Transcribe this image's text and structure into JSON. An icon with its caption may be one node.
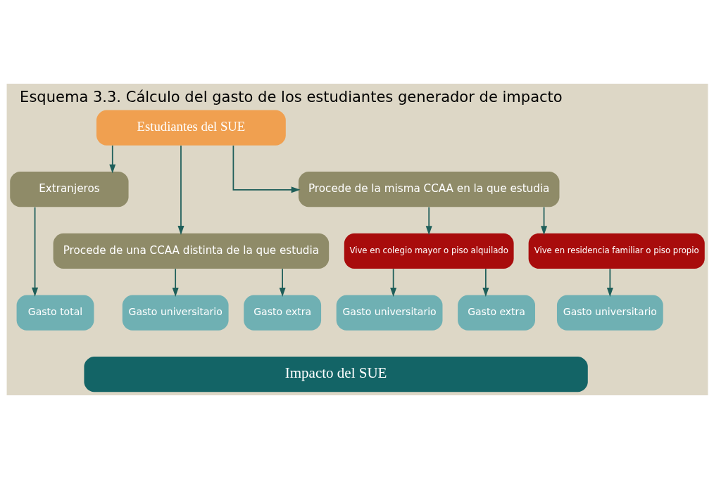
{
  "diagram": {
    "title": "Esquema 3.3. Cálculo del gasto de los estudiantes generador de impacto",
    "nodes": [
      {
        "text": [
          "Estudiantes del SUE"
        ]
      },
      {
        "text": [
          "Extranjeros"
        ]
      },
      {
        "text": [
          "Procede de una CCAA distinta de la que estudia"
        ]
      },
      {
        "text": [
          "Procede de la misma CCAA en la que estudia"
        ]
      },
      {
        "text": [
          "Vive en colegio mayor o piso alquilado"
        ]
      },
      {
        "text": [
          "Vive en residencia familiar o piso propio"
        ]
      },
      {
        "text": [
          "Gasto total"
        ]
      },
      {
        "text": [
          "Gasto universitario"
        ]
      },
      {
        "text": [
          "Gasto extra"
        ]
      },
      {
        "text": [
          "Gasto universitario"
        ]
      },
      {
        "text": [
          "Gasto extra"
        ]
      },
      {
        "text": [
          "Gasto universitario"
        ]
      },
      {
        "text": [
          "Impacto del SUE"
        ]
      }
    ],
    "edges": [
      {
        "from": 0,
        "to": 1,
        "arrow": "to"
      },
      {
        "from": 0,
        "to": 2,
        "arrow": "to"
      },
      {
        "from": 0,
        "to": 3,
        "arrow": "to"
      },
      {
        "from": 1,
        "to": 6,
        "arrow": "to"
      },
      {
        "from": 2,
        "to": 7,
        "arrow": "to"
      },
      {
        "from": 2,
        "to": 8,
        "arrow": "to"
      },
      {
        "from": 3,
        "to": 4,
        "arrow": "to"
      },
      {
        "from": 3,
        "to": 5,
        "arrow": "to"
      },
      {
        "from": 4,
        "to": 9,
        "arrow": "to"
      },
      {
        "from": 4,
        "to": 10,
        "arrow": "to"
      },
      {
        "from": 5,
        "to": 11,
        "arrow": "to"
      }
    ]
  }
}
